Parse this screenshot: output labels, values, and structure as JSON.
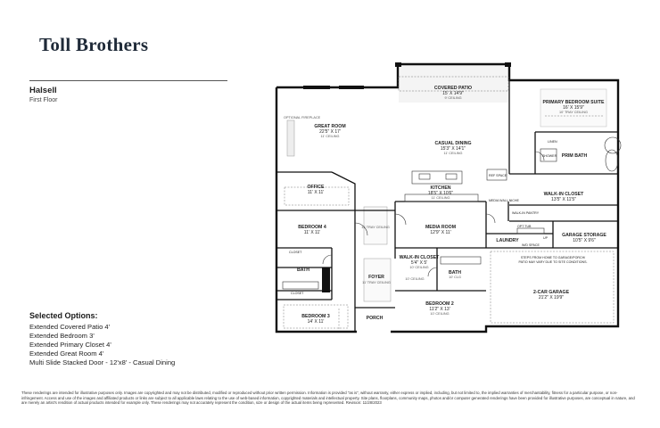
{
  "brand": {
    "logo_text": "Toll Brothers"
  },
  "plan": {
    "name": "Halsell",
    "floor": "First Floor"
  },
  "rooms": {
    "covered_patio": {
      "name": "COVERED PATIO",
      "dims": "15' X 14'9\"",
      "ceiling": "9' CEILING"
    },
    "primary_suite": {
      "name": "PRIMARY BEDROOM SUITE",
      "dims": "16' X 15'9\"",
      "ceiling": "10' TRAY CEILING"
    },
    "great_room": {
      "name": "GREAT ROOM",
      "dims": "22'5\" X 17'",
      "ceiling": "11' CEILING"
    },
    "fireplace": {
      "name": "OPTIONAL FIREPLACE"
    },
    "casual_dining": {
      "name": "CASUAL DINING",
      "dims": "15'3\" X 14'1\"",
      "ceiling": "11' CEILING"
    },
    "linen": {
      "name": "LINEN"
    },
    "shower": {
      "name": "SHOWER"
    },
    "prim_bath": {
      "name": "PRIM BATH"
    },
    "office": {
      "name": "OFFICE",
      "dims": "11' X 11'"
    },
    "ref_space": {
      "name": "REF SPACE"
    },
    "kitchen": {
      "name": "KITCHEN",
      "dims": "18'5\" X 10'6\"",
      "ceiling": "11' CEILING"
    },
    "walk_in_closet_primary": {
      "name": "WALK-IN CLOSET",
      "dims": "13'5\" X 11'5\""
    },
    "media_wall": {
      "name": "MEDIA WALL NICHE"
    },
    "walk_in_pantry": {
      "name": "WALK-IN PANTRY"
    },
    "bedroom4": {
      "name": "BEDROOM 4",
      "dims": "11' X 11'"
    },
    "hall_ceiling": {
      "ceiling": "11' TRAY CEILING"
    },
    "media_room": {
      "name": "MEDIA ROOM",
      "dims": "12'9\" X 11'"
    },
    "laundry": {
      "name": "LAUNDRY"
    },
    "opt_tub": {
      "name": "OPT TUB"
    },
    "w_d_space": {
      "name": "W/D SPACE"
    },
    "up": {
      "name": "UP"
    },
    "garage_storage": {
      "name": "GARAGE STORAGE",
      "dims": "10'5\" X 9'6\""
    },
    "garage_note": {
      "line1": "STEPS FROM HOME TO GARAGE/PORCH/",
      "line2": "PATIO MAY VARY DUE TO SITE CONDITIONS."
    },
    "closet_b4": {
      "name": "CLOSET"
    },
    "bath": {
      "name": "BATH"
    },
    "walk_in_closet_b2": {
      "name": "WALK-IN CLOSET",
      "dims": "5'4\" X 5'",
      "ceiling": "10' CEILING"
    },
    "foyer": {
      "name": "FOYER",
      "ceiling": "11' TRAY CEILING"
    },
    "foyer_side": {
      "ceiling": "10' CEILING"
    },
    "bath2": {
      "name": "BATH",
      "ceiling": "10' CLG"
    },
    "closet_b3": {
      "name": "CLOSET"
    },
    "garage": {
      "name": "2-CAR GARAGE",
      "dims": "21'2\" X 19'9\""
    },
    "bedroom2": {
      "name": "BEDROOM 2",
      "dims": "11'2\" X 13'",
      "ceiling": "10' CEILING"
    },
    "porch": {
      "name": "PORCH"
    },
    "bedroom3": {
      "name": "BEDROOM 3",
      "dims": "14' X 11'"
    }
  },
  "selected_options": {
    "title": "Selected Options:",
    "items": [
      "Extended Covered Patio 4'",
      "Extended Bedroom 3'",
      "Extended Primary Closet 4'",
      "Extended Great Room 4'",
      "Multi Slide Stacked Door - 12'x8' - Casual Dining"
    ]
  },
  "disclaimer": "These renderings are intended for illustrative purposes only. Images are copyrighted and may not be distributed, modified or reproduced without prior written permission. Information is provided \"as is\", without warranty, either express or implied, including, but not limited to, the implied warranties of merchantability, fitness for a particular purpose, or non-infringement. Access and use of the images and affiliated products or links are subject to all applicable laws relating to the use of web-based information, copyrighted materials and intellectual property. Site plans, floorplans, community maps, photos and/or computer generated renderings have been provided for illustrative purposes, are conceptual in nature, and are merely an artist's rendition of actual products intended for example only. These renderings may not accurately represent the condition, size or design of the actual items being represented. Revision: 11/28/2023"
}
